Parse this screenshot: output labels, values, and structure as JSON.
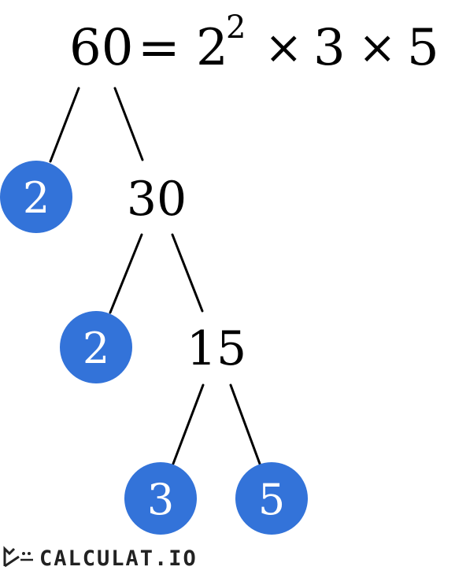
{
  "equation": {
    "lhs": "60",
    "equals": "=",
    "base": "2",
    "exponent": "2",
    "times_1": "×",
    "factor_2": "3",
    "times_2": "×",
    "factor_3": "5"
  },
  "tree": {
    "root": "60",
    "level_1_prime": "2",
    "level_1_composite": "30",
    "level_2_prime": "2",
    "level_2_composite": "15",
    "level_3_prime_left": "3",
    "level_3_prime_right": "5"
  },
  "colors": {
    "prime_fill": "#3373d9",
    "prime_text": "#ffffff",
    "ink": "#000000"
  },
  "brand": {
    "logo": "calculator-logo-icon",
    "name": "CALCULAT.IO"
  }
}
